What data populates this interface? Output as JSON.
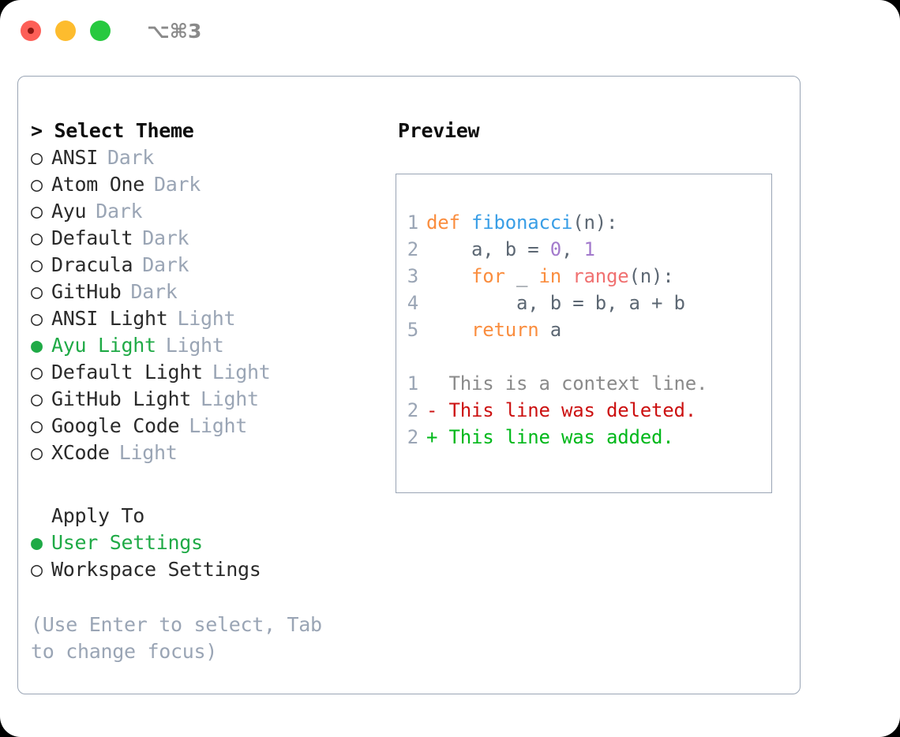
{
  "titlebar": {
    "shortcut": "⌥⌘3",
    "buttons": [
      "close",
      "minimize",
      "maximize"
    ]
  },
  "theme_list": {
    "header": "> Select Theme",
    "caret": ">",
    "header_label": "Select Theme",
    "items": [
      {
        "label": "ANSI",
        "meta": "Dark",
        "bullet": "○",
        "selected": false
      },
      {
        "label": "Atom One",
        "meta": "Dark",
        "bullet": "○",
        "selected": false
      },
      {
        "label": "Ayu",
        "meta": "Dark",
        "bullet": "○",
        "selected": false
      },
      {
        "label": "Default",
        "meta": "Dark",
        "bullet": "○",
        "selected": false
      },
      {
        "label": "Dracula",
        "meta": "Dark",
        "bullet": "○",
        "selected": false
      },
      {
        "label": "GitHub",
        "meta": "Dark",
        "bullet": "○",
        "selected": false
      },
      {
        "label": "ANSI Light",
        "meta": "Light",
        "bullet": "○",
        "selected": false
      },
      {
        "label": "Ayu Light",
        "meta": "Light",
        "bullet": "●",
        "selected": true
      },
      {
        "label": "Default Light",
        "meta": "Light",
        "bullet": "○",
        "selected": false
      },
      {
        "label": "GitHub Light",
        "meta": "Light",
        "bullet": "○",
        "selected": false
      },
      {
        "label": "Google Code",
        "meta": "Light",
        "bullet": "○",
        "selected": false
      },
      {
        "label": "XCode",
        "meta": "Light",
        "bullet": "○",
        "selected": false
      }
    ]
  },
  "apply_to": {
    "header": "Apply To",
    "items": [
      {
        "label": "User Settings",
        "bullet": "●",
        "selected": true
      },
      {
        "label": "Workspace Settings",
        "bullet": "○",
        "selected": false
      }
    ]
  },
  "hint": "(Use Enter to select, Tab to change focus)",
  "preview": {
    "title": "Preview",
    "code_lines": [
      {
        "number": "1",
        "tokens": [
          {
            "text": "def ",
            "kind": "kw"
          },
          {
            "text": "fibonacci",
            "kind": "fn"
          },
          {
            "text": "(n):",
            "kind": "punc"
          }
        ]
      },
      {
        "number": "2",
        "tokens": [
          {
            "text": "    a, b = ",
            "kind": "plain"
          },
          {
            "text": "0",
            "kind": "num"
          },
          {
            "text": ", ",
            "kind": "plain"
          },
          {
            "text": "1",
            "kind": "num"
          }
        ]
      },
      {
        "number": "3",
        "tokens": [
          {
            "text": "    ",
            "kind": "plain"
          },
          {
            "text": "for",
            "kind": "kw"
          },
          {
            "text": " _ ",
            "kind": "plain"
          },
          {
            "text": "in",
            "kind": "kw"
          },
          {
            "text": " ",
            "kind": "plain"
          },
          {
            "text": "range",
            "kind": "call"
          },
          {
            "text": "(n):",
            "kind": "punc"
          }
        ]
      },
      {
        "number": "4",
        "tokens": [
          {
            "text": "        a, b = b, a + b",
            "kind": "plain"
          }
        ]
      },
      {
        "number": "5",
        "tokens": [
          {
            "text": "    ",
            "kind": "plain"
          },
          {
            "text": "return",
            "kind": "kw"
          },
          {
            "text": " a",
            "kind": "plain"
          }
        ]
      }
    ],
    "diff_lines": [
      {
        "number": "1",
        "marker": " ",
        "text": "  This is a context line.",
        "kind": "ctx"
      },
      {
        "number": "2",
        "marker": "-",
        "text": "- This line was deleted.",
        "kind": "del"
      },
      {
        "number": "2",
        "marker": "+",
        "text": "+ This line was added.",
        "kind": "add"
      }
    ]
  },
  "colors": {
    "accent_green": "#1faa46",
    "muted": "#9aa5b5",
    "border": "#9aa5b5",
    "kw_orange": "#fa8d3e",
    "fn_blue": "#399ee6",
    "num_purple": "#a37acc",
    "call_red": "#f07171",
    "diff_del": "#cc1111",
    "diff_add": "#00b81a"
  }
}
